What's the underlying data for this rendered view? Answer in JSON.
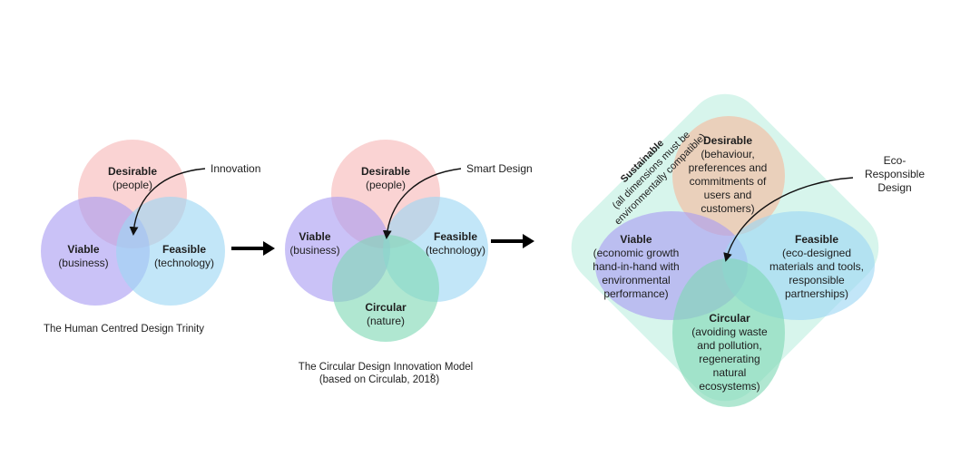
{
  "colors": {
    "desirable": "#f6b5b5",
    "viable": "#a99cf2",
    "feasible": "#9dd6f3",
    "circular": "#7fd9b4",
    "sustainable": "#c9f1e6",
    "desirable_alt": "#f2c0a6",
    "text": "#1e1e1e"
  },
  "diagram1": {
    "desirable": {
      "title": "Desirable",
      "sub": "(people)"
    },
    "viable": {
      "title": "Viable",
      "sub": "(business)"
    },
    "feasible": {
      "title": "Feasible",
      "sub": "(technology)"
    },
    "arrow_label": "Innovation",
    "caption": "The Human Centred Design Trinity"
  },
  "diagram2": {
    "desirable": {
      "title": "Desirable",
      "sub": "(people)"
    },
    "viable": {
      "title": "Viable",
      "sub": "(business)"
    },
    "feasible": {
      "title": "Feasible",
      "sub": "(technology)"
    },
    "circular": {
      "title": "Circular",
      "sub": "(nature)"
    },
    "arrow_label": "Smart Design",
    "caption_line1": "The Circular Design Innovation Model",
    "caption_line2": "(based on Circulab, 2018)",
    "caption_sup": "7"
  },
  "diagram3": {
    "sustainable": {
      "title": "Sustainable",
      "line1": "(all dimensions must be",
      "line2": "environmentally compatible)"
    },
    "desirable": {
      "title": "Desirable",
      "lines": [
        "(behaviour,",
        "preferences and",
        "commitments of",
        "users and",
        "customers)"
      ]
    },
    "viable": {
      "title": "Viable",
      "lines": [
        "(economic growth",
        "hand-in-hand with",
        "environmental",
        "performance)"
      ]
    },
    "feasible": {
      "title": "Feasible",
      "lines": [
        "(eco-designed",
        "materials and tools,",
        "responsible",
        "partnerships)"
      ]
    },
    "circular": {
      "title": "Circular",
      "lines": [
        "(avoiding waste",
        "and pollution,",
        "regenerating",
        "natural",
        "ecosystems)"
      ]
    },
    "arrow_label_lines": [
      "Eco-",
      "Responsible",
      "Design"
    ]
  }
}
